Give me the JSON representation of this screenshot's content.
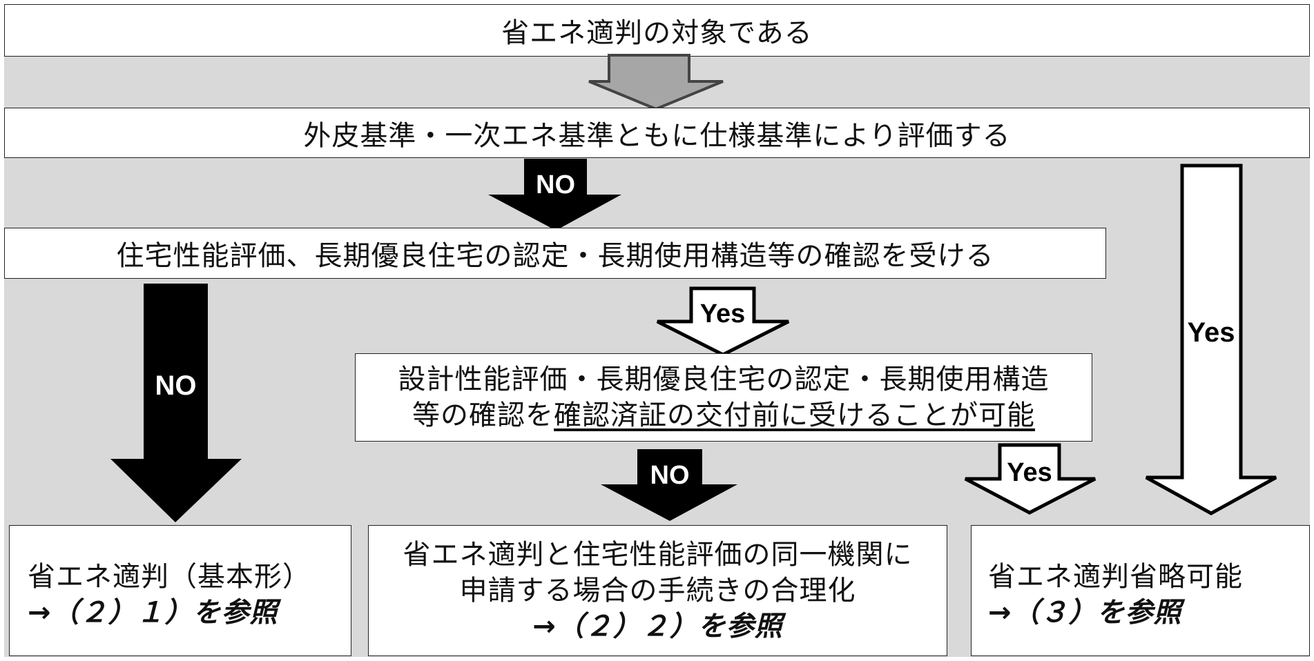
{
  "boxes": {
    "target": "省エネ適判の対象である",
    "spec_eval": "外皮基準・一次エネ基準ともに仕様基準により評価する",
    "housing_eval": "住宅性能評価、長期優良住宅の認定・長期使用構造等の確認を受ける",
    "design_eval_line1": "設計性能評価・長期優良住宅の認定・長期使用構造",
    "design_eval_line2_plain": "等の確認を",
    "design_eval_line2_underlined": "確認済証の交付前に受けることが可能",
    "result_basic_text": "省エネ適判（基本形）",
    "result_basic_ref": "→（２）１）を参照",
    "result_same_org_line1": "省エネ適判と住宅性能評価の同一機関に",
    "result_same_org_line2": "申請する場合の手続きの合理化",
    "result_same_org_ref": "→（２）２）を参照",
    "result_omit_text": "省エネ適判省略可能",
    "result_omit_ref": "→（３）を参照"
  },
  "arrows": {
    "no_1": "NO",
    "yes_right": "Yes",
    "no_left": "NO",
    "yes_mid": "Yes",
    "no_mid": "NO",
    "yes_small": "Yes"
  },
  "colors": {
    "background": "#d9d9d9",
    "box": "#ffffff",
    "no_arrow": "#000000",
    "yes_arrow": "#ffffff",
    "first_arrow": "#a6a6a6"
  }
}
